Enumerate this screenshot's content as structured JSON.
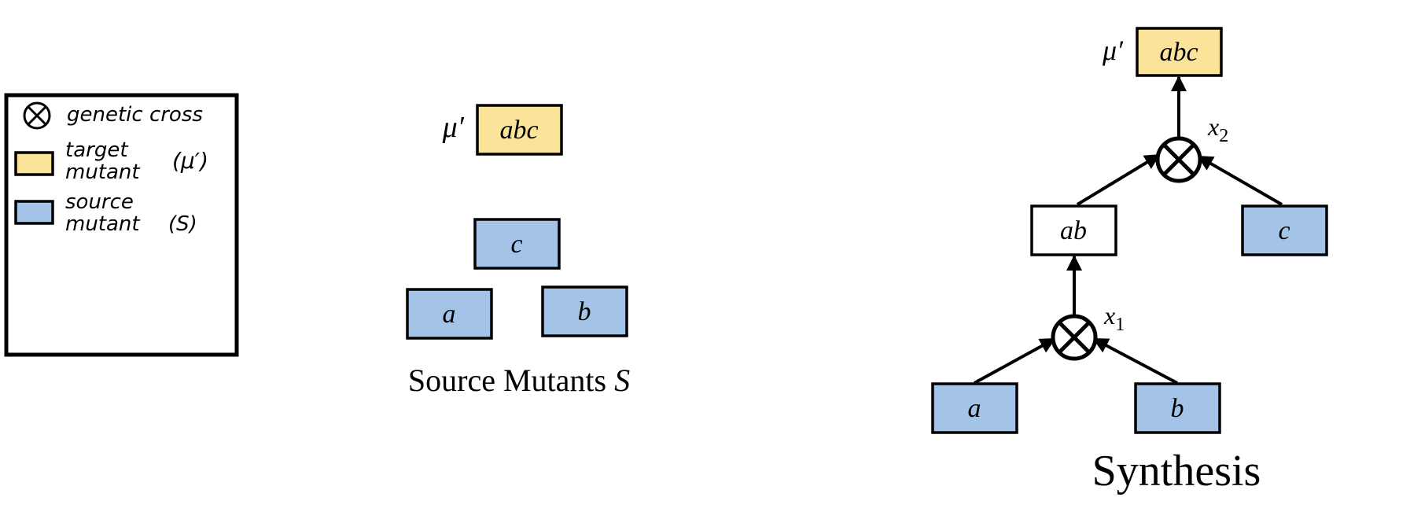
{
  "legend": {
    "cross_label": "genetic cross",
    "target_line1": "target",
    "target_line2": "mutant",
    "target_symbol": "(μ′)",
    "source_line1": "source",
    "source_line2": "mutant",
    "source_symbol": "(S)"
  },
  "source_panel": {
    "target_symbol": "μ′",
    "target_label": "abc",
    "node_c": "c",
    "node_a": "a",
    "node_b": "b",
    "caption_text": "Source Mutants ",
    "caption_var": "S"
  },
  "synthesis_panel": {
    "target_symbol": "μ′",
    "target_label": "abc",
    "cross2_var": "x",
    "cross2_sub": "2",
    "intermediate_label": "ab",
    "node_c": "c",
    "cross1_var": "x",
    "cross1_sub": "1",
    "node_a": "a",
    "node_b": "b",
    "caption": "Synthesis"
  },
  "colors": {
    "target_fill": "#fbe49a",
    "source_fill": "#a3c4e6",
    "intermediate_fill": "#ffffff",
    "stroke": "#000000"
  },
  "icons": {
    "cross": "circled-times-icon"
  }
}
